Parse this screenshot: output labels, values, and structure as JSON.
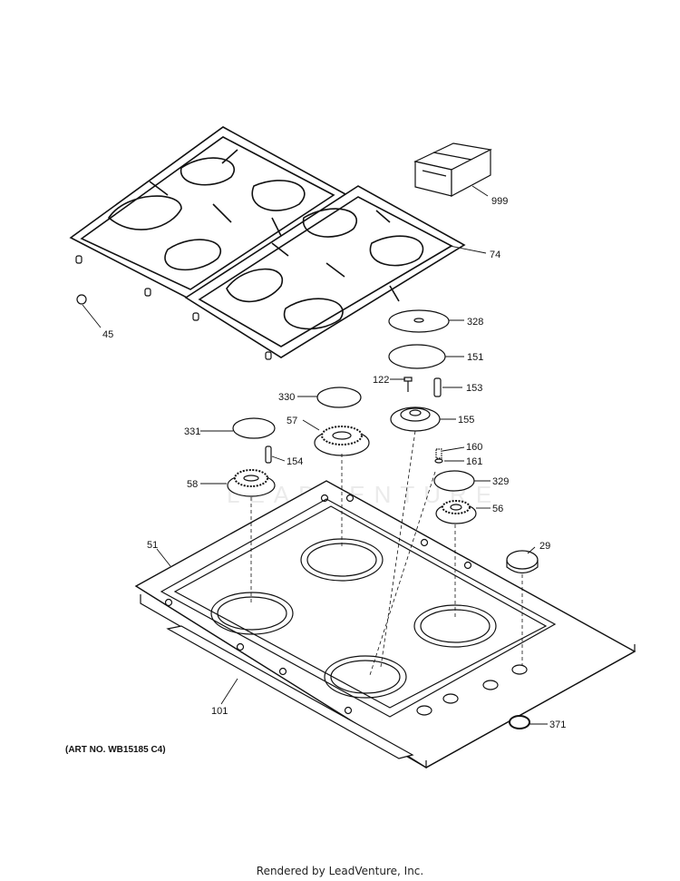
{
  "callouts": {
    "c999": "999",
    "c74": "74",
    "c45": "45",
    "c328": "328",
    "c151": "151",
    "c122": "122",
    "c153": "153",
    "c330": "330",
    "c155": "155",
    "c57": "57",
    "c331": "331",
    "c160": "160",
    "c154": "154",
    "c161": "161",
    "c58": "58",
    "c329": "329",
    "c56": "56",
    "c51": "51",
    "c29": "29",
    "c101": "101",
    "c371": "371"
  },
  "art_number": "(ART NO. WB15185 C4)",
  "watermark": "LEADVENTURE",
  "footer": "Rendered by LeadVenture, Inc."
}
